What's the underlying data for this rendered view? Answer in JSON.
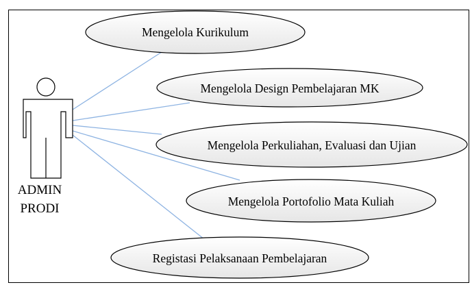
{
  "diagram": {
    "type": "use-case",
    "actor": {
      "name_line1": "ADMIN",
      "name_line2": "PRODI"
    },
    "use_cases": [
      {
        "label": "Mengelola Kurikulum"
      },
      {
        "label": "Mengelola Design Pembelajaran MK"
      },
      {
        "label": "Mengelola Perkuliahan, Evaluasi dan Ujian"
      },
      {
        "label": "Mengelola Portofolio Mata Kuliah"
      },
      {
        "label": "Registasi Pelaksanaan Pembelajaran"
      }
    ],
    "colors": {
      "association_line": "#8db3e2",
      "ellipse_fill": "#f2f2f2",
      "outline": "#000000"
    }
  }
}
